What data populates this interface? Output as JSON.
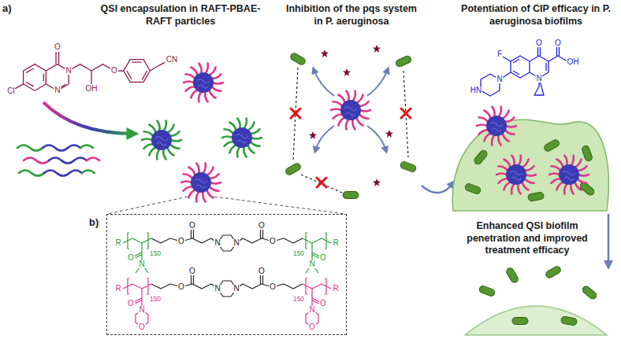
{
  "diagram": {
    "nodes": [
      {
        "text": [
          "R",
          "O",
          "N",
          "150",
          "O",
          "O",
          "N",
          "R",
          "O",
          "N",
          "150",
          "O",
          "O",
          "N",
          "R",
          "O",
          "N",
          "O",
          "150",
          "O",
          "O",
          "N",
          "R",
          "O",
          "N",
          "O",
          "150",
          "O",
          "O",
          "N"
        ]
      }
    ],
    "labels": [
      "a)",
      "b)",
      "QSI encapsulation in RAFT-PBAE-RAFT particles",
      "Inhibition of the pqs system in P. aeruginosa",
      "Potentiation of CIP efficacy in P. aeruginosa biofilms",
      "Enhanced QSI biofilm penetration and improved treatment efficacy",
      "O",
      "N",
      "N",
      "Cl",
      "OH",
      "O",
      "CN",
      "F",
      "O",
      "O",
      "OH",
      "N",
      "N",
      "HN"
    ]
  }
}
